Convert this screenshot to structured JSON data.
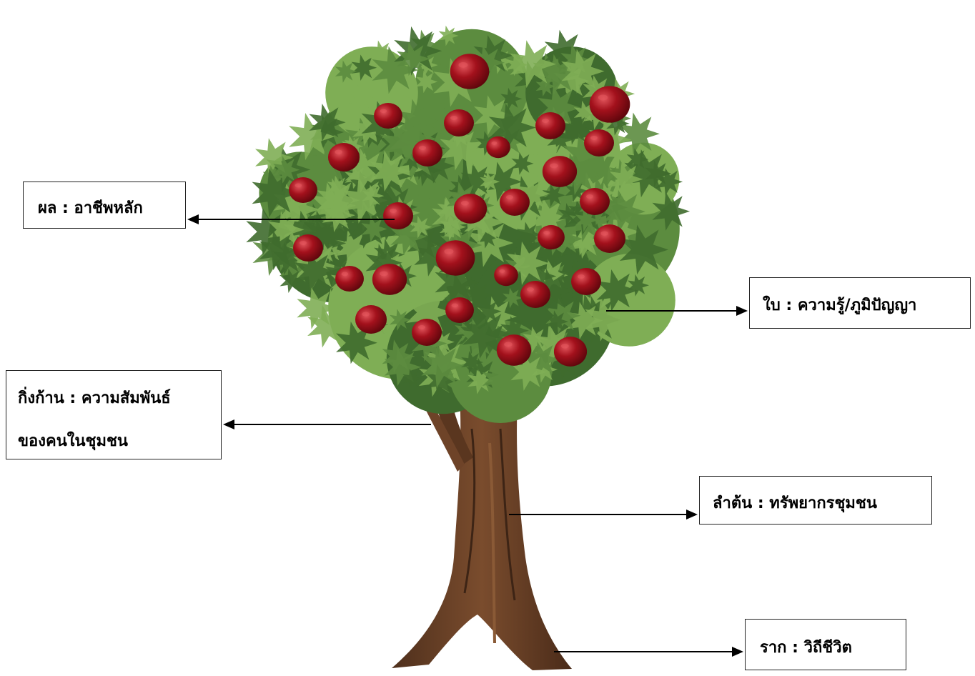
{
  "diagram": {
    "labels": {
      "fruit": "ผล : อาชีพหลัก",
      "leaf": "ใบ : ความรู้/ภูมิปัญญา",
      "branch_line1": "กิ่งก้าน : ความสัมพันธ์",
      "branch_line2": "ของคนในชุมชน",
      "trunk": "ลำต้น : ทรัพยากรชุมชน",
      "root": "ราก : วิถีชีวิต"
    },
    "colors": {
      "foliage_dark": "#3f6b2e",
      "foliage_mid": "#5c8c3f",
      "foliage_light": "#7fae55",
      "trunk_dark": "#4e2f1c",
      "trunk_mid": "#6e4328",
      "trunk_light": "#8a5a36",
      "apple": "#a3111c",
      "apple_highlight": "#e2555c",
      "arrow": "#000000"
    },
    "icons": [
      "tree-illustration",
      "apple-fruit"
    ]
  }
}
